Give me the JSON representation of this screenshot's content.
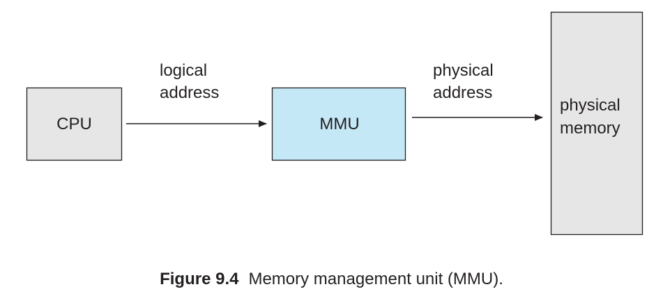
{
  "nodes": {
    "cpu": {
      "label": "CPU",
      "fill": "#e6e6e6"
    },
    "mmu": {
      "label": "MMU",
      "fill": "#c5e8f7"
    },
    "memory": {
      "label_line1": "physical",
      "label_line2": "memory",
      "fill": "#e6e6e6"
    }
  },
  "edges": {
    "logical": {
      "label_line1": "logical",
      "label_line2": "address"
    },
    "physical": {
      "label_line1": "physical",
      "label_line2": "address"
    }
  },
  "caption": {
    "number": "Figure 9.4",
    "text": "Memory management unit (MMU)."
  },
  "colors": {
    "stroke": "#231f20",
    "text": "#231f20"
  }
}
